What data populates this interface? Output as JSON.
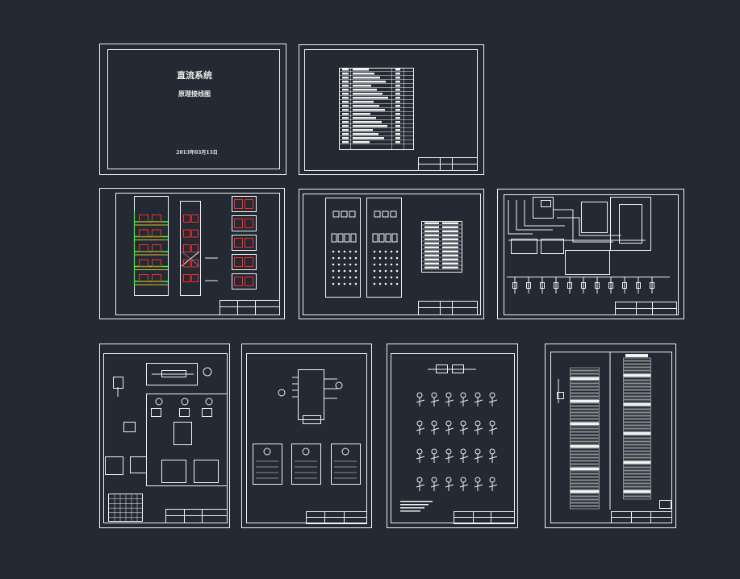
{
  "title_sheet": {
    "title": "直流系统",
    "subtitle": "原理接线图",
    "date": "2013年03月13日"
  },
  "colors": {
    "background": "#232a33",
    "line": "#f2f2f2",
    "red": "#ff2a2a",
    "green": "#2cff2c",
    "yellow": "#ffff2a"
  }
}
